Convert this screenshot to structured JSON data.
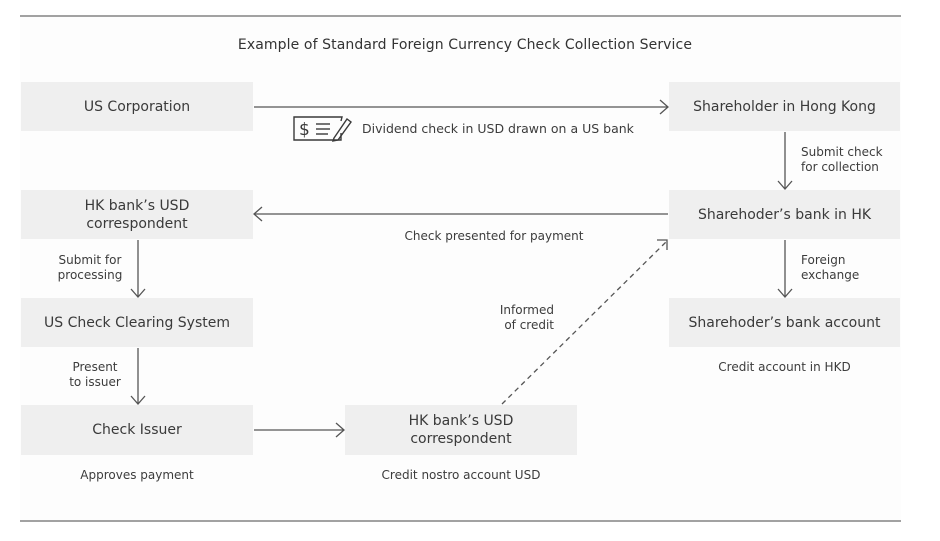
{
  "title": "Example of Standard Foreign Currency Check Collection Service",
  "nodes": {
    "us_corporation": "US Corporation",
    "shareholder_hk": "Shareholder in Hong Kong",
    "hk_bank_usd_correspondent_left": [
      "HK bank’s USD",
      "correspondent"
    ],
    "shareholder_bank_hk": "Sharehoder’s bank in HK",
    "us_check_clearing": "US Check Clearing System",
    "shareholder_bank_account": "Sharehoder’s bank account",
    "check_issuer": "Check Issuer",
    "hk_bank_usd_correspondent_mid": [
      "HK bank’s USD",
      "correspondent"
    ]
  },
  "edges": {
    "dividend_check": "Dividend check in USD drawn on a US bank",
    "submit_check": [
      "Submit check",
      "for collection"
    ],
    "check_presented": "Check presented for payment",
    "submit_processing": [
      "Submit for",
      "processing"
    ],
    "foreign_exchange": [
      "Foreign",
      "exchange"
    ],
    "informed_credit": [
      "Informed",
      "of credit"
    ],
    "present_issuer": [
      "Present",
      "to issuer"
    ]
  },
  "notes": {
    "credit_hkd": "Credit account in HKD",
    "approves_payment": "Approves payment",
    "credit_nostro": "Credit nostro account USD"
  },
  "icons": {
    "check": "check-with-pen-icon"
  },
  "colors": {
    "box": "#efefef",
    "line": "#555555",
    "rule": "#a2a2a2",
    "text": "#3a3a3a"
  }
}
